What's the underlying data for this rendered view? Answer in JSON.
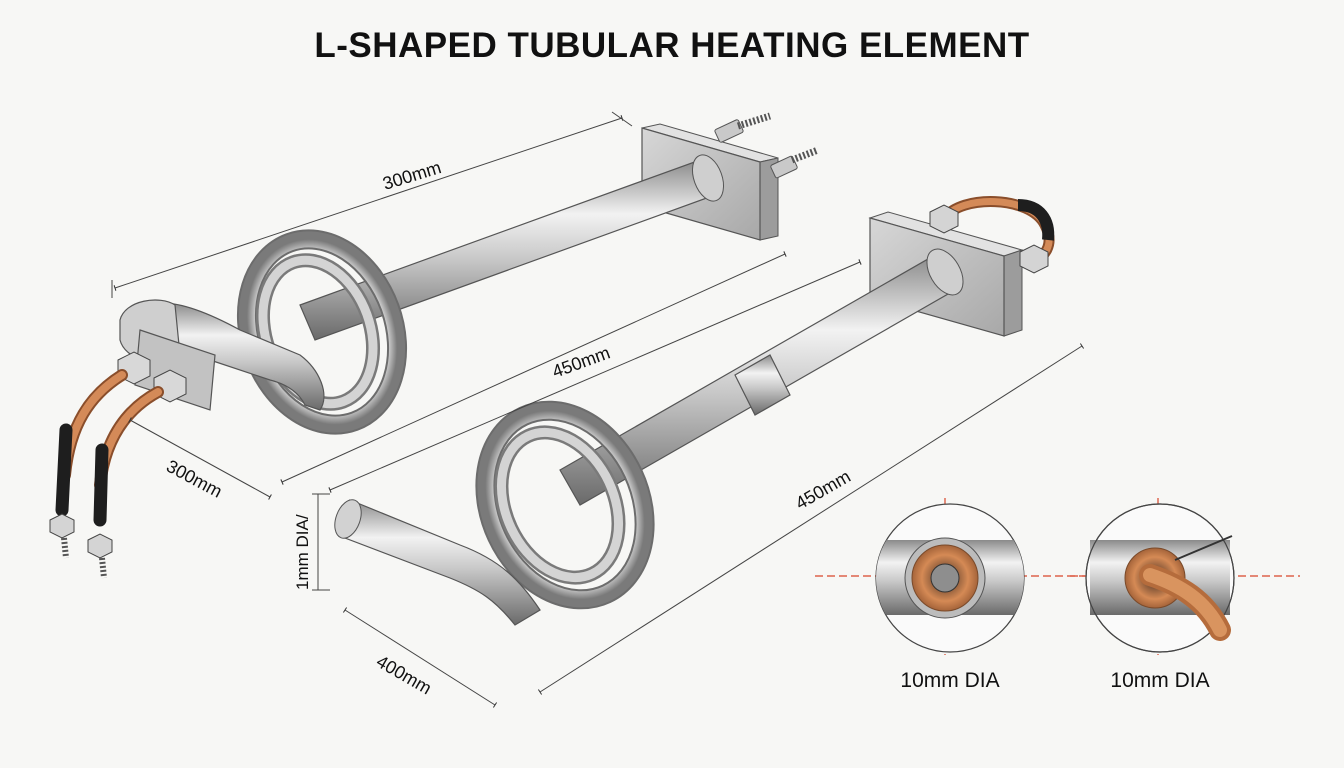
{
  "diagram": {
    "title": "L-SHAPED TUBULAR HEATING ELEMENT",
    "dimensions": {
      "upper_length": "300mm",
      "upper_diagonal": "450mm",
      "upper_leg": "300mm",
      "tube_dia": "1mm DIA/",
      "lower_diagonal": "450mm",
      "lower_leg": "400mm"
    },
    "detail_views": [
      {
        "label": "10mm DIA"
      },
      {
        "label": "10mm DIA"
      }
    ],
    "colors": {
      "steel_light": "#ededed",
      "steel_mid": "#b4b4b4",
      "steel_dark": "#6f6f6f",
      "copper": "#c0784a",
      "black_sleeve": "#1e1e1e",
      "center_line": "#d9452a",
      "plate": "#bdbdbd"
    }
  }
}
